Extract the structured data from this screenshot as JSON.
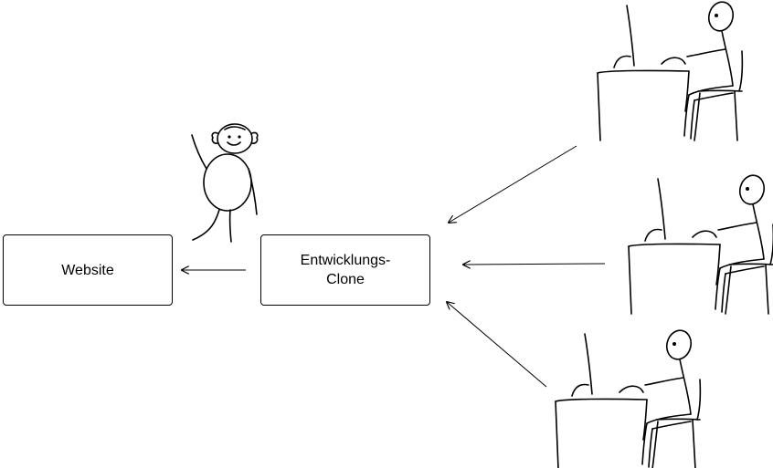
{
  "boxes": {
    "website": {
      "label": "Website"
    },
    "clone": {
      "label_line1": "Entwicklungs-",
      "label_line2": "Clone"
    }
  },
  "icons": {
    "user": "stick-figure-child-icon",
    "developer": "developer-at-desk-icon"
  },
  "colors": {
    "stroke": "#000000",
    "background": "#ffffff"
  }
}
